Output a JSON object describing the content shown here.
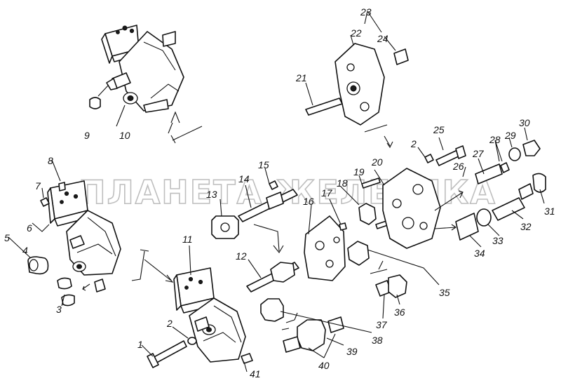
{
  "watermark": "ПЛАНЕТА ЖЕЛЕЗЯКА",
  "callouts": [
    "1",
    "2",
    "3",
    "4",
    "5",
    "6",
    "7",
    "8",
    "9",
    "10",
    "11",
    "12",
    "13",
    "14",
    "15",
    "16",
    "17",
    "18",
    "19",
    "20",
    "21",
    "22",
    "23",
    "24",
    "25",
    "26",
    "27",
    "28",
    "29",
    "30",
    "31",
    "32",
    "33",
    "34",
    "35",
    "36",
    "37",
    "38",
    "39",
    "40",
    "41"
  ],
  "repeated_labels": {
    "second_2": "2"
  }
}
